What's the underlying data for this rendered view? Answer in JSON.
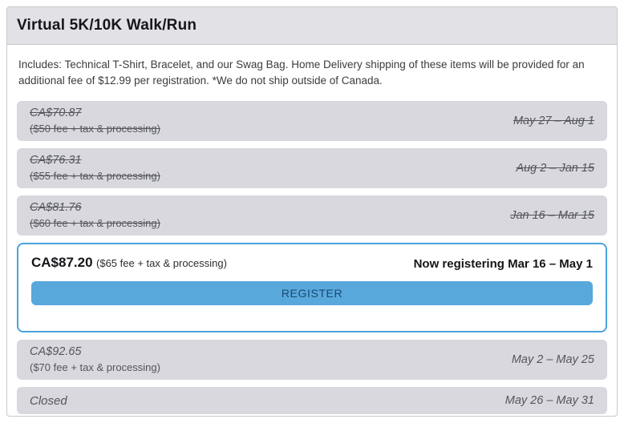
{
  "header": {
    "title": "Virtual 5K/10K Walk/Run"
  },
  "description": "Includes: Technical T-Shirt, Bracelet, and our Swag Bag. Home Delivery shipping of these items will be provided for an additional fee of $12.99 per registration. *We do not ship outside of Canada.",
  "colors": {
    "header_bg": "#e2e2e6",
    "row_bg": "#d8d8de",
    "active_border": "#4aa3dc",
    "button_bg": "#58a8dc",
    "button_text": "#1b4a70"
  },
  "tiers": [
    {
      "state": "past",
      "price": "CA$70.87",
      "fee": "($50 fee + tax & processing)",
      "dates": "May 27 – Aug 1"
    },
    {
      "state": "past",
      "price": "CA$76.31",
      "fee": "($55 fee + tax & processing)",
      "dates": "Aug 2 – Jan 15"
    },
    {
      "state": "past",
      "price": "CA$81.76",
      "fee": "($60 fee + tax & processing)",
      "dates": "Jan 16 – Mar 15"
    },
    {
      "state": "active",
      "price": "CA$87.20",
      "fee": "($65 fee + tax & processing)",
      "status": "Now registering Mar 16 – May 1",
      "button_label": "REGISTER"
    },
    {
      "state": "future",
      "price": "CA$92.65",
      "fee": "($70 fee + tax & processing)",
      "dates": "May 2 – May 25"
    },
    {
      "state": "closed",
      "label": "Closed",
      "dates": "May 26 – May 31"
    }
  ]
}
